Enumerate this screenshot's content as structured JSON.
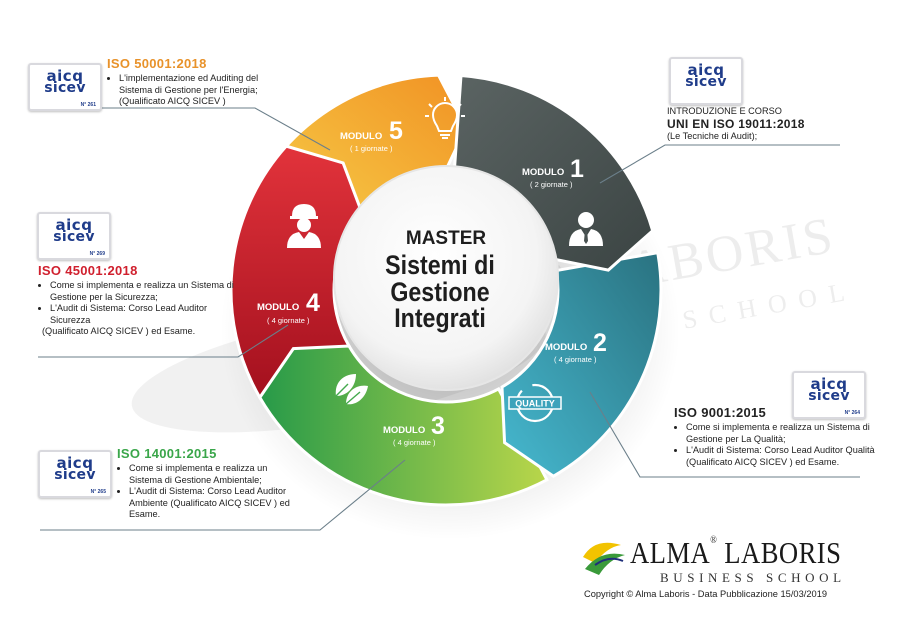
{
  "center": {
    "line1": "MASTER",
    "line2": "Sistemi di",
    "line3": "Gestione",
    "line4": "Integrati"
  },
  "modules": [
    {
      "label": "MODULO",
      "number": "1",
      "duration": "( 2 giornate )",
      "icon": "user-icon",
      "color": "#4a5352"
    },
    {
      "label": "MODULO",
      "number": "2",
      "duration": "( 4 giornate )",
      "icon": "quality-badge-icon",
      "color": "#2d8aa1"
    },
    {
      "label": "MODULO",
      "number": "3",
      "duration": "( 4 giornate )",
      "icon": "leaves-icon",
      "color": "#44a94e"
    },
    {
      "label": "MODULO",
      "number": "4",
      "duration": "( 4 giornate )",
      "icon": "worker-helmet-icon",
      "color": "#c8202f"
    },
    {
      "label": "MODULO",
      "number": "5",
      "duration": "( 1 giornate )",
      "icon": "lightbulb-icon",
      "color": "#f29c1f"
    }
  ],
  "quality_badge_text": "QUALITY",
  "certs": {
    "iso50001": {
      "title": "ISO 50001:2018",
      "title_color": "#e8922a",
      "items": [
        "L'implementazione ed Auditing del Sistema di Gestione per l'Energia; (Qualificato AICQ SICEV )"
      ],
      "logo_number": "N° 261"
    },
    "uni19011": {
      "intro": "INTRODUZIONE E CORSO",
      "title": "UNI EN ISO 19011:2018",
      "subtitle": "(Le Tecniche di Audit);",
      "title_color": "#1e1e1e"
    },
    "iso45001": {
      "title": "ISO 45001:2018",
      "title_color": "#d0202e",
      "items": [
        "Come si implementa e realizza un Sistema di Gestione per la Sicurezza;",
        "L'Audit di Sistema:  Corso Lead Auditor Sicurezza"
      ],
      "tail": "(Qualificato AICQ SICEV ) ed Esame.",
      "logo_number": "N° 269"
    },
    "iso9001": {
      "title": "ISO 9001:2015",
      "title_color": "#1e1e1e",
      "items": [
        "Come si implementa e realizza un Sistema di Gestione per La Qualità;",
        "L'Audit di Sistema: Corso Lead Auditor Qualità (Qualificato AICQ SICEV )  ed Esame."
      ],
      "logo_number": "N° 264"
    },
    "iso14001": {
      "title": "ISO 14001:2015",
      "title_color": "#3aa64a",
      "items": [
        "Come si implementa e realizza un Sistema di Gestione Ambientale;",
        "L'Audit di Sistema: Corso Lead Auditor Ambiente (Qualificato AICQ SICEV ) ed Esame."
      ],
      "logo_number": "N° 265"
    }
  },
  "logo_text": {
    "line1": "aicq",
    "line2": "sicev"
  },
  "brand": {
    "name_a": "ALMA",
    "name_b": "LABORIS",
    "registered": "®",
    "tagline": "BUSINESS SCHOOL",
    "copyright": "Copyright © Alma Laboris - Data Pubblicazione 15/03/2019"
  },
  "watermark": {
    "line1": "ALMA LABORIS",
    "line2": "BUSINESS SCHOOL"
  },
  "colors": {
    "logo_blue": "#1f3c8a",
    "pointer_line": "#6b7f8a"
  }
}
